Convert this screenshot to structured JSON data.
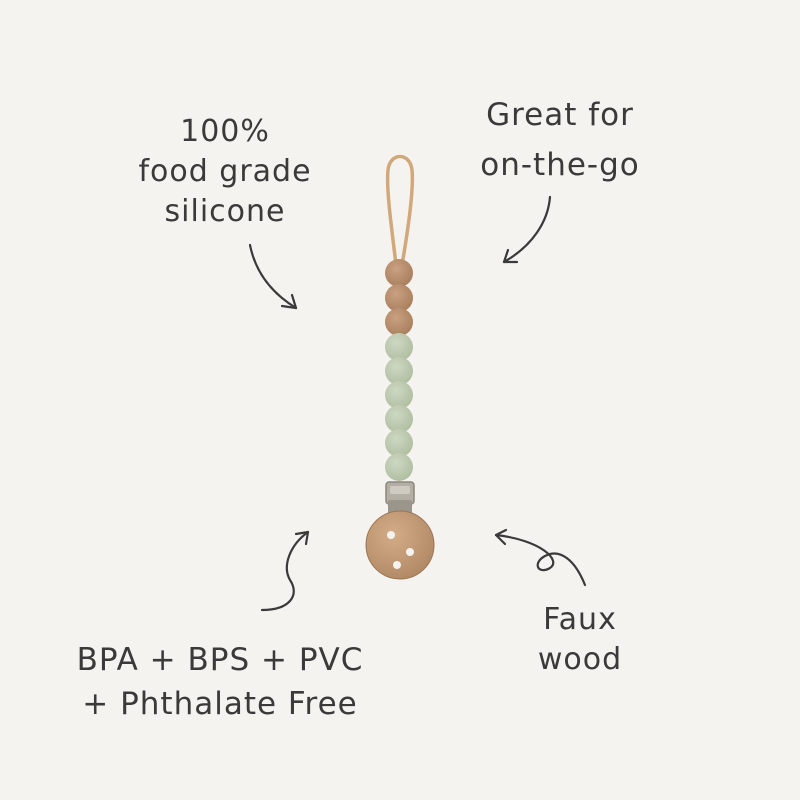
{
  "labels": {
    "silicone": {
      "line1": "100%",
      "line2": "food grade",
      "line3": "silicone"
    },
    "go": {
      "line1": "Great for",
      "line2": "on-the-go"
    },
    "wood": {
      "line1": "Faux",
      "line2": "wood"
    },
    "free": {
      "line1": "BPA + BPS + PVC",
      "line2": "+ Phthalate Free"
    }
  },
  "colors": {
    "background": "#f4f3ef",
    "text": "#3a3a3a",
    "cord": "#d1a87a",
    "wood_bead": "#b98f6c",
    "sage_bead": "#bccaaf",
    "clip_wood": "#c49a73",
    "metal": "#a8a49a"
  }
}
